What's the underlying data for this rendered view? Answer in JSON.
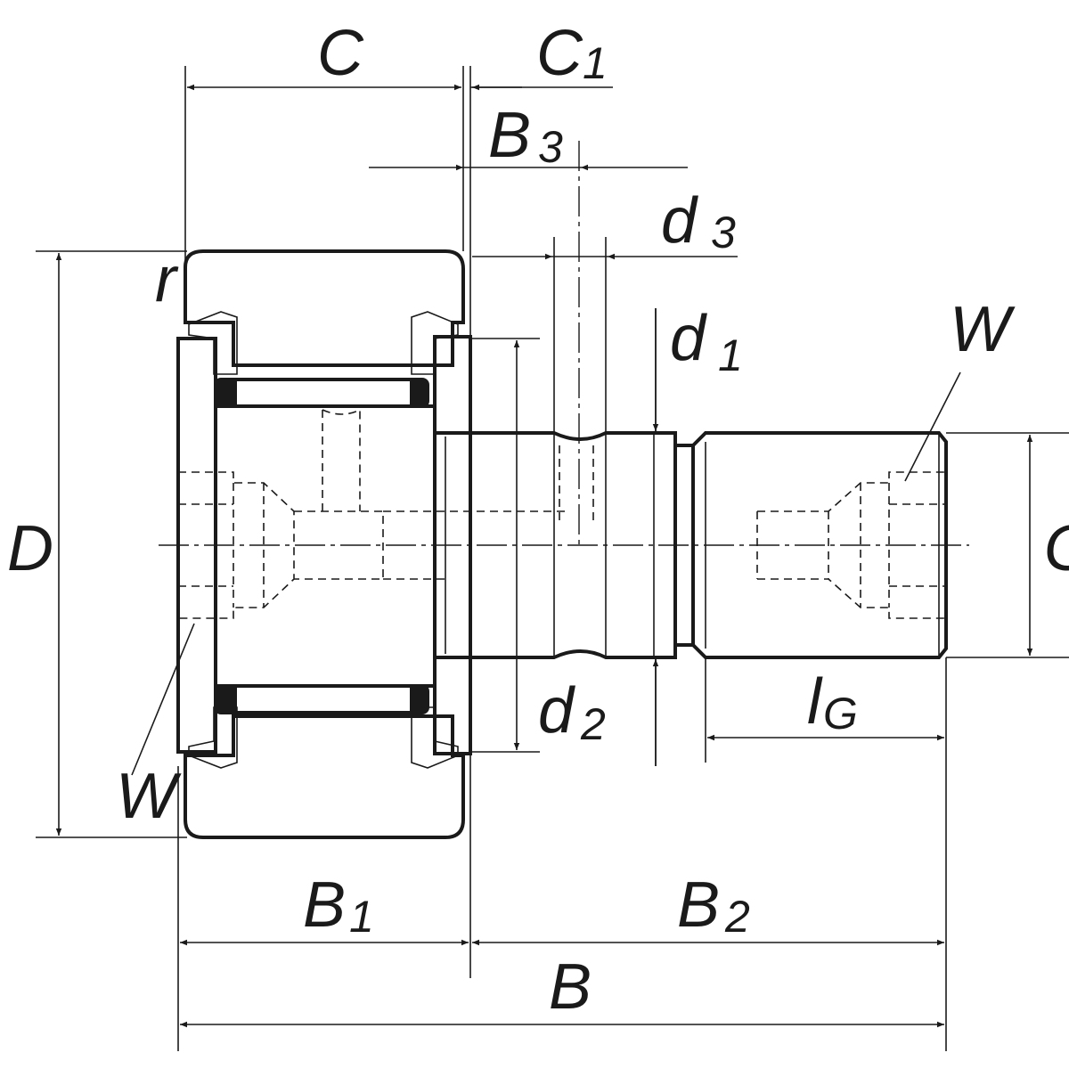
{
  "labels": {
    "C": "C",
    "C1": "C",
    "C1_sub": "1",
    "B3": "B",
    "B3_sub": "3",
    "d3": "d",
    "d3_sub": "3",
    "d1": "d",
    "d1_sub": "1",
    "d2": "d",
    "d2_sub": "2",
    "W_right": "W",
    "W_left": "W",
    "r": "r",
    "D": "D",
    "G": "G",
    "lG": "l",
    "lG_sub": "G",
    "B1": "B",
    "B1_sub": "1",
    "B2": "B",
    "B2_sub": "2",
    "B": "B"
  }
}
